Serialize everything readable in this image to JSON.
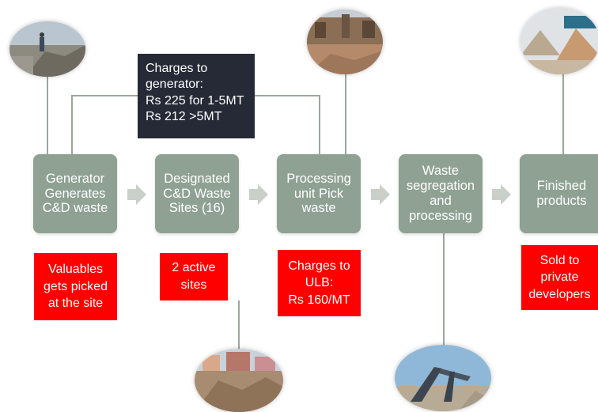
{
  "charges_box": {
    "text": "Charges to\ngenerator:\nRs 225 for 1-5MT\nRs 212 >5MT"
  },
  "steps": [
    {
      "label": "Generator\nGenerates\nC&D waste"
    },
    {
      "label": "Designated\nC&D Waste\nSites (16)"
    },
    {
      "label": "Processing\nunit Pick\nwaste"
    },
    {
      "label": "Waste\nsegregation\nand\nprocessing"
    },
    {
      "label": "Finished\nproducts"
    }
  ],
  "notes": [
    {
      "text": "Valuables\ngets picked\nat the site"
    },
    {
      "text": "2 active\nsites"
    },
    {
      "text": "Charges to\nULB:\nRs 160/MT"
    },
    {
      "text": "Sold to\nprivate\ndevelopers"
    }
  ],
  "photos": [
    {
      "subject": "roadside C&D waste pile"
    },
    {
      "subject": "processing unit site"
    },
    {
      "subject": "heaps of finished products"
    },
    {
      "subject": "designated waste site"
    },
    {
      "subject": "screening machine"
    }
  ],
  "colors": {
    "step_box": "#8fa192",
    "note_box": "#ff0000",
    "charges_box": "#252a36",
    "arrow": "#c9d0ca",
    "connector": "#9aa79c"
  }
}
